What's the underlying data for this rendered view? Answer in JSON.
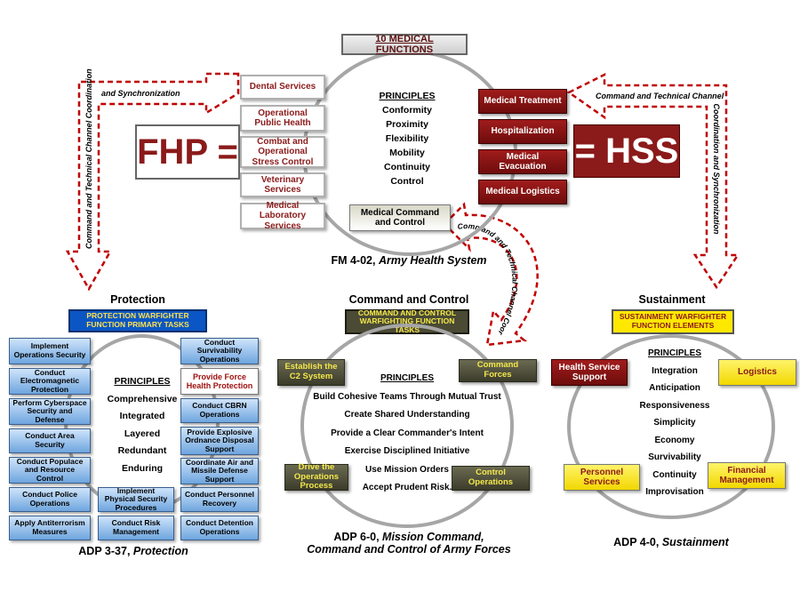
{
  "ahs": {
    "header": "10 MEDICAL FUNCTIONS",
    "principles_title": "PRINCIPLES",
    "principles": [
      "Conformity",
      "Proximity",
      "Flexibility",
      "Mobility",
      "Continuity",
      "Control"
    ],
    "fhp_functions": [
      "Dental Services",
      "Operational Public Health",
      "Combat and Operational Stress Control",
      "Veterinary Services",
      "Medical Laboratory Services"
    ],
    "hss_functions": [
      "Medical Treatment",
      "Hospitalization",
      "Medical Evacuation",
      "Medical Logistics"
    ],
    "mc2": "Medical Command and Control",
    "fhp_label": "FHP =",
    "hss_label": "= HSS",
    "caption_prefix": "FM 4-02,",
    "caption_title": "Army Health System"
  },
  "arrows": {
    "left_top": "and Synchronization",
    "left_vertical": "Command and Technical Channel Coordination",
    "right_top": "Command and Technical Channel",
    "right_vertical": "Coordination and Synchronization",
    "curved": "Command and Technical Channel Coordination and Synchronization"
  },
  "protection": {
    "title": "Protection",
    "header": "PROTECTION WARFIGHTER FUNCTION PRIMARY TASKS",
    "principles_title": "PRINCIPLES",
    "principles": [
      "Comprehensive",
      "Integrated",
      "Layered",
      "Redundant",
      "Enduring"
    ],
    "left_tasks": [
      "Implement Operations Security",
      "Conduct Electromagnetic Protection",
      "Perform Cyberspace Security and Defense",
      "Conduct Area Security",
      "Conduct Populace and Resource Control",
      "Conduct Police Operations",
      "Apply Antiterrorism Measures"
    ],
    "right_tasks": [
      "Conduct Survivability Operations",
      "Provide Force Health Protection",
      "Conduct CBRN Operations",
      "Provide Explosive Ordnance Disposal Support",
      "Coordinate Air and Missile Defense Support",
      "Conduct Personnel Recovery",
      "Conduct Detention Operations"
    ],
    "center_tasks": [
      "Implement Physical Security Procedures",
      "Conduct Risk Management"
    ],
    "caption_prefix": "ADP 3-37,",
    "caption_title": "Protection"
  },
  "c2": {
    "title": "Command and Control",
    "header": "COMMAND AND CONTROL WARFIGHTING FUNCTION TASKS",
    "principles_title": "PRINCIPLES",
    "principles": [
      "Build Cohesive Teams Through Mutual Trust",
      "Create Shared Understanding",
      "Provide a Clear Commander's Intent",
      "Exercise Disciplined Initiative",
      "Use Mission Orders",
      "Accept Prudent Risk."
    ],
    "tasks": [
      "Establish the C2 System",
      "Command Forces",
      "Drive the Operations Process",
      "Control Operations"
    ],
    "caption_line1_prefix": "ADP 6-0,",
    "caption_line1_title": "Mission Command,",
    "caption_line2": "Command and Control of Army Forces"
  },
  "sustainment": {
    "title": "Sustainment",
    "header": "SUSTAINMENT WARFIGHTER FUNCTION ELEMENTS",
    "principles_title": "PRINCIPLES",
    "principles": [
      "Integration",
      "Anticipation",
      "Responsiveness",
      "Simplicity",
      "Economy",
      "Survivability",
      "Continuity",
      "Improvisation"
    ],
    "elements": [
      "Health Service Support",
      "Logistics",
      "Personnel Services",
      "Financial Management"
    ],
    "caption_prefix": "ADP 4-0,",
    "caption_title": "Sustainment"
  },
  "colors": {
    "maroon": "#8b1a1a",
    "red_dashed": "#c00000",
    "circle_gray": "#a6a6a6",
    "protection_blue": "#0b56c4",
    "c2_olive": "#4a4a35",
    "sustainment_yellow": "#ffe800"
  }
}
